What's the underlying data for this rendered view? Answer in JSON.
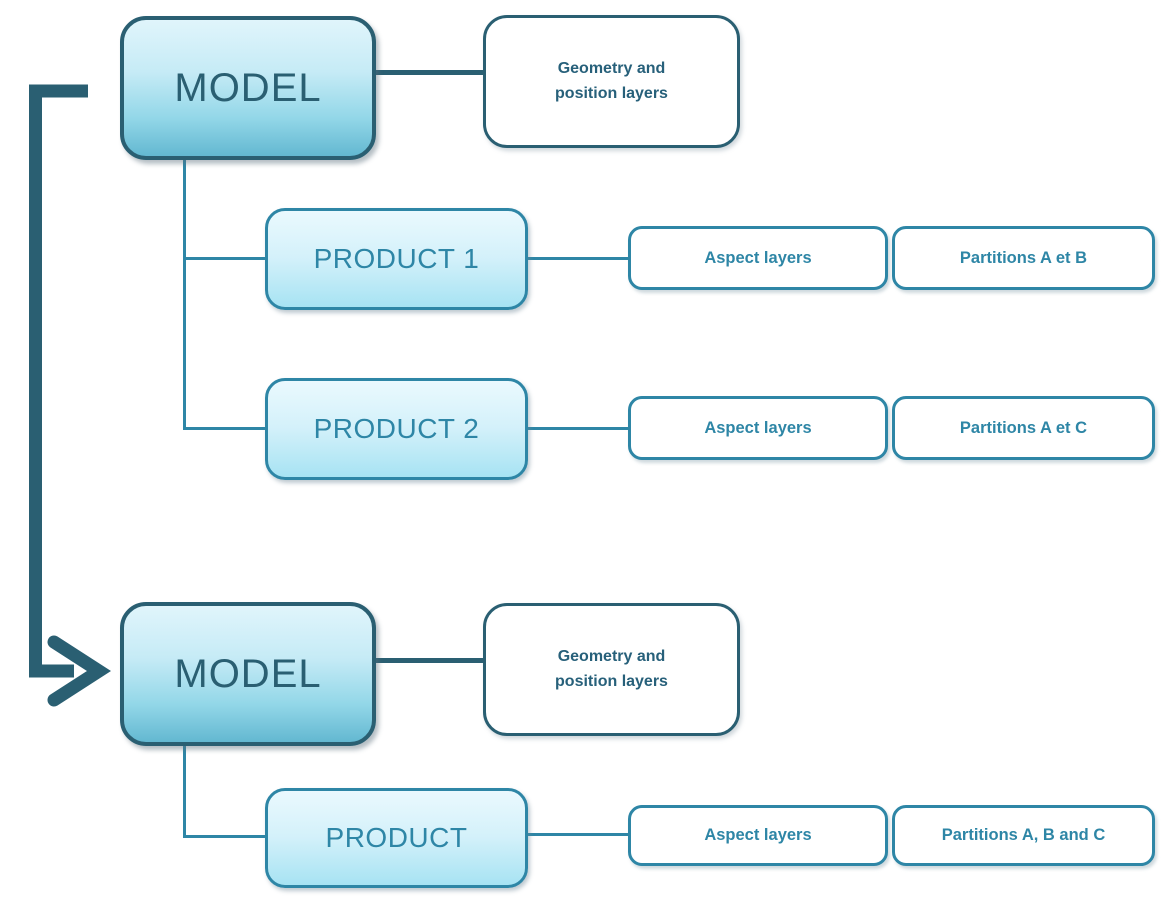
{
  "diagram_title": "model-product-layer-structure",
  "top_section": {
    "model_label": "MODEL",
    "geometry_label": "Geometry and position layers",
    "products": [
      {
        "label": "PRODUCT 1",
        "aspect_label": "Aspect layers",
        "partitions_label": "Partitions A et B"
      },
      {
        "label": "PRODUCT 2",
        "aspect_label": "Aspect layers",
        "partitions_label": "Partitions A et C"
      }
    ]
  },
  "bottom_section": {
    "model_label": "MODEL",
    "geometry_label": "Geometry and position layers",
    "products": [
      {
        "label": "PRODUCT",
        "aspect_label": "Aspect layers",
        "partitions_label": "Partitions A, B and C"
      }
    ]
  },
  "icons": {
    "flow_arrow": "elbow-arrow-down-right"
  },
  "colors": {
    "dark_teal": "#2A5F72",
    "medium_teal": "#2E86A6",
    "model_fill_top": "#E0F5FB",
    "model_fill_bottom": "#63B8D1",
    "product_fill_top": "#EAF9FE",
    "product_fill_bottom": "#A7E3F3",
    "background": "#FFFFFF"
  }
}
